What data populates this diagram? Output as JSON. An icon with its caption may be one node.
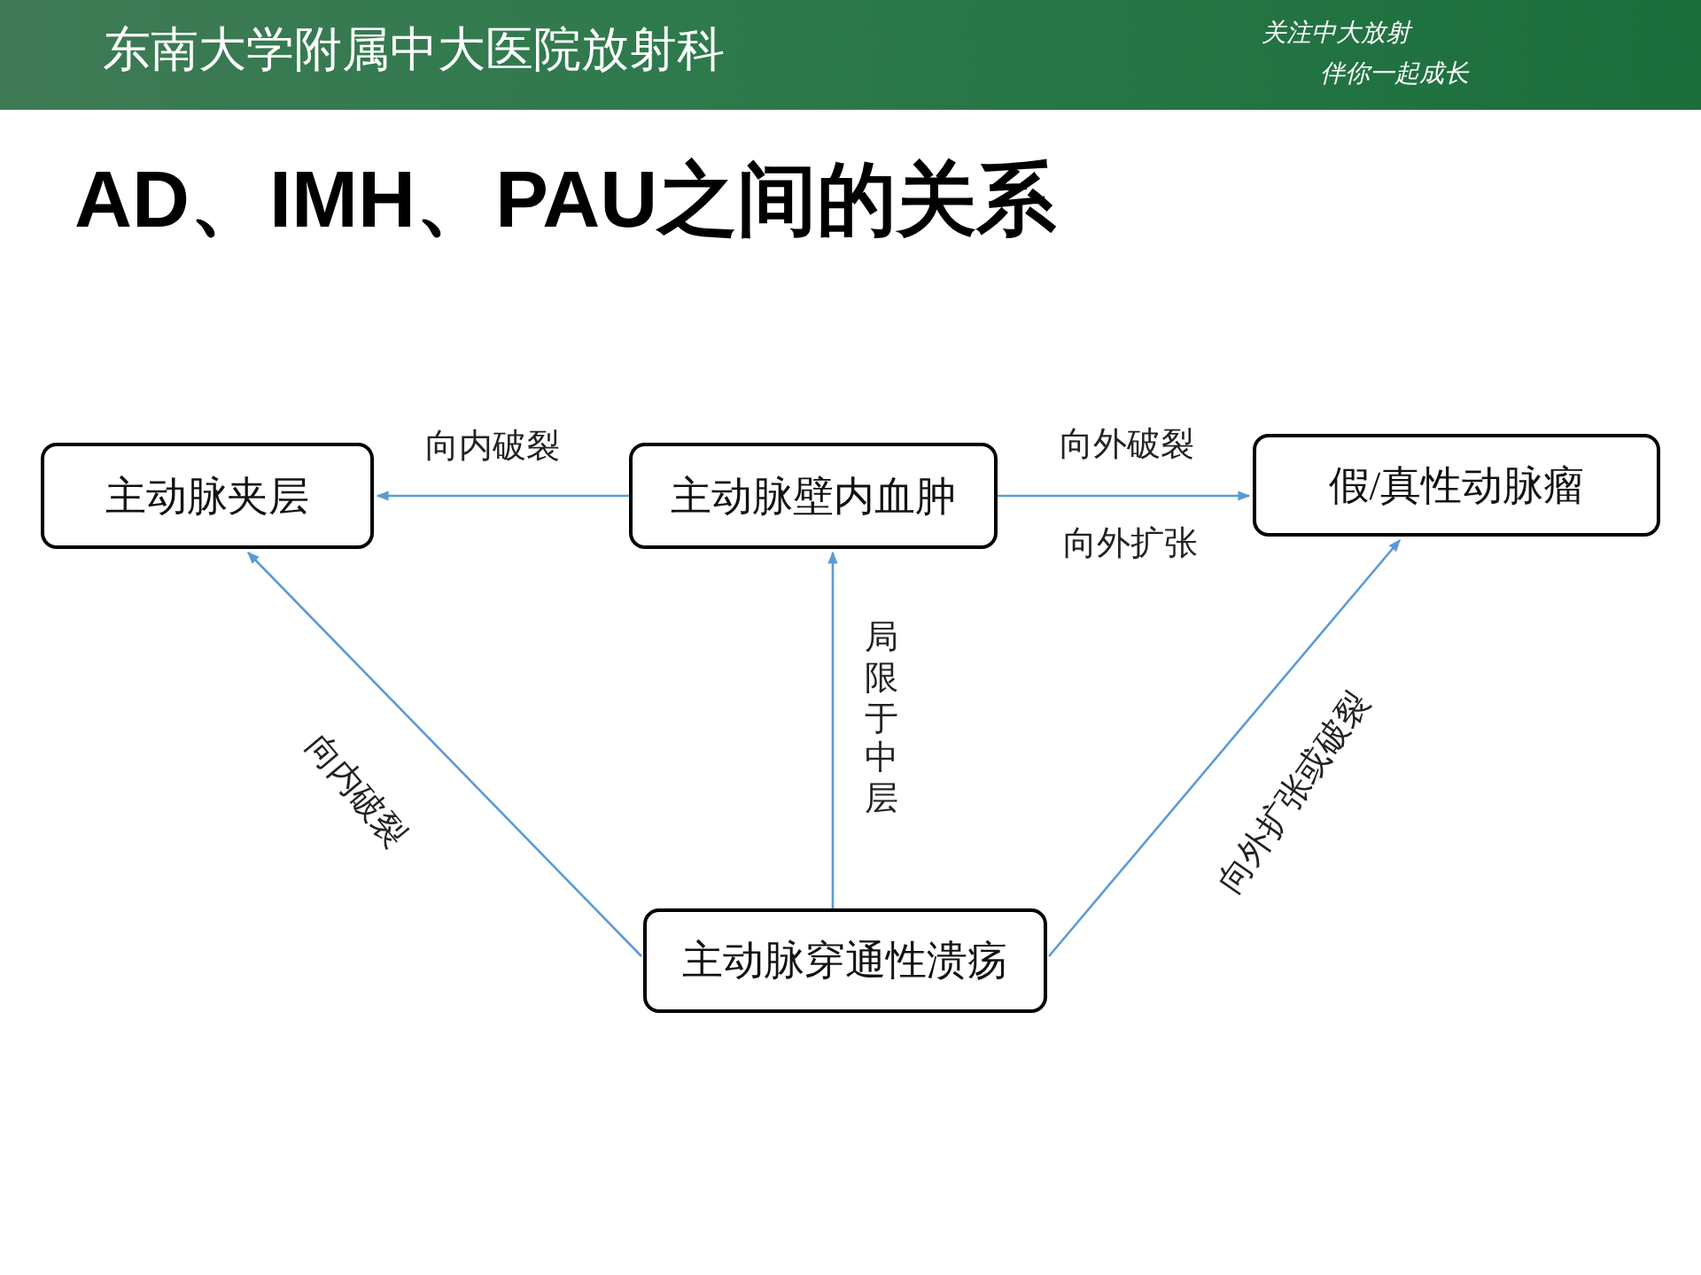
{
  "diagram": {
    "title": "AD、IMH、PAU之间的关系",
    "nodes": [
      {
        "text": [
          "主动脉夹层"
        ]
      },
      {
        "text": [
          "主动脉壁内血肿"
        ]
      },
      {
        "text": [
          "假/真性动脉瘤"
        ]
      },
      {
        "text": [
          "主动脉穿通性溃疡"
        ]
      }
    ],
    "edges": [
      {
        "from": 1,
        "to": 0,
        "arrow": "to",
        "label": "向内破裂"
      },
      {
        "from": 1,
        "to": 2,
        "arrow": "to",
        "label": "向外破裂"
      },
      {
        "from": 3,
        "to": 1,
        "arrow": "to",
        "label": "局限于中层"
      },
      {
        "from": 3,
        "to": 0,
        "arrow": "to",
        "label": "向内破裂"
      },
      {
        "from": 3,
        "to": 2,
        "arrow": "to",
        "label": "向外扩张或破裂"
      }
    ],
    "labels": [
      "东南大学附属中大医院放射科",
      "关注中大放射",
      "伴你一起成长",
      "向外扩张"
    ]
  }
}
